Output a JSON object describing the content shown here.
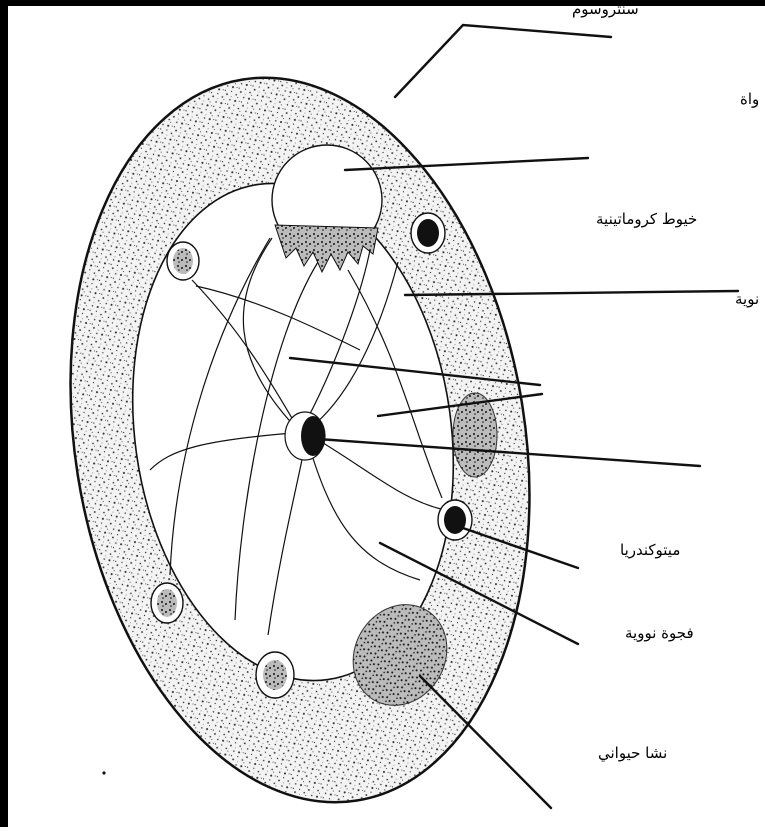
{
  "labels": [
    "سنتروسوم",
    "واة",
    "خيوط كروماتينية",
    "نوية",
    "ميتوكندريا",
    "فجوة نووية",
    "نشا حيواني"
  ]
}
